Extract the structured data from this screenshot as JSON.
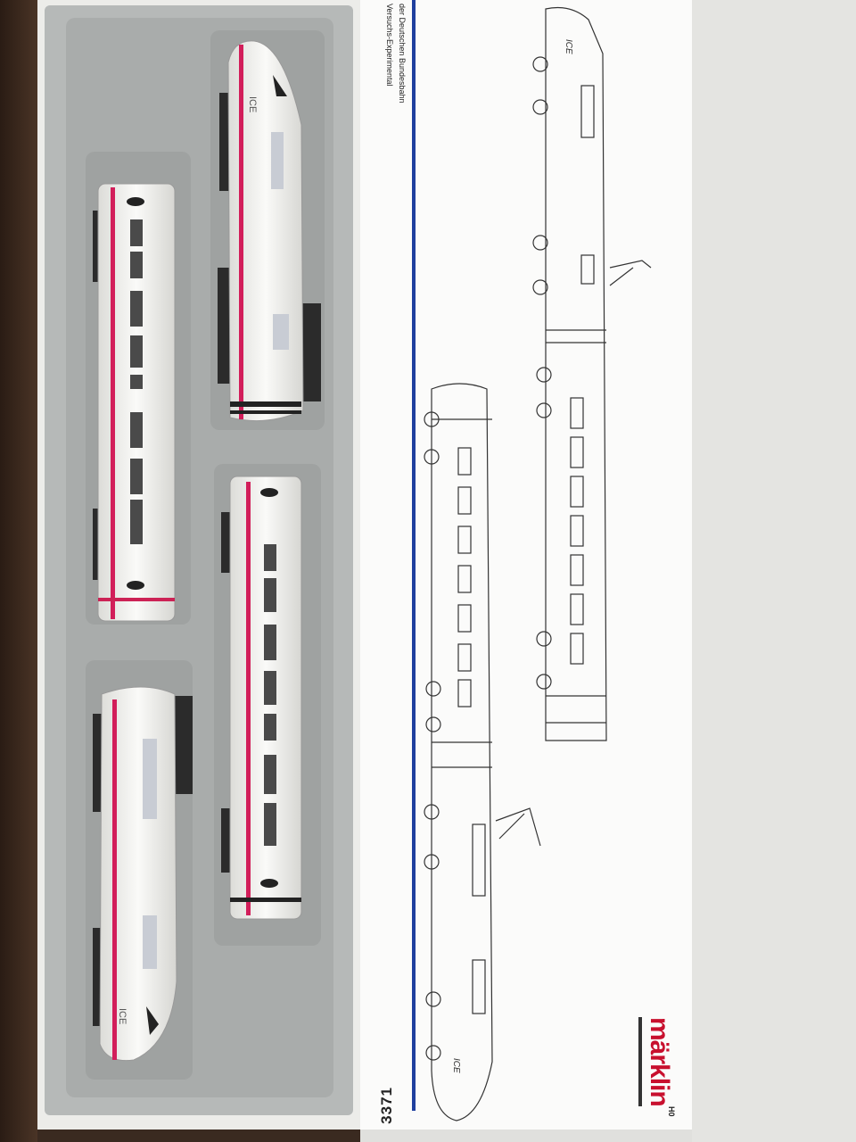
{
  "lid_text": {
    "line1": "Versuchs-Experimental",
    "line2": "der Deutschen Bundesbahn"
  },
  "box": {
    "article_number": "3371",
    "brand": "märklin",
    "scale": "H0"
  },
  "train_logo": "ICE",
  "colors": {
    "accent_stripe": "#d21e5a",
    "brand_red": "#c8102e",
    "blue_line": "#1f3f9e",
    "tray_gray": "#b9bcbb"
  }
}
